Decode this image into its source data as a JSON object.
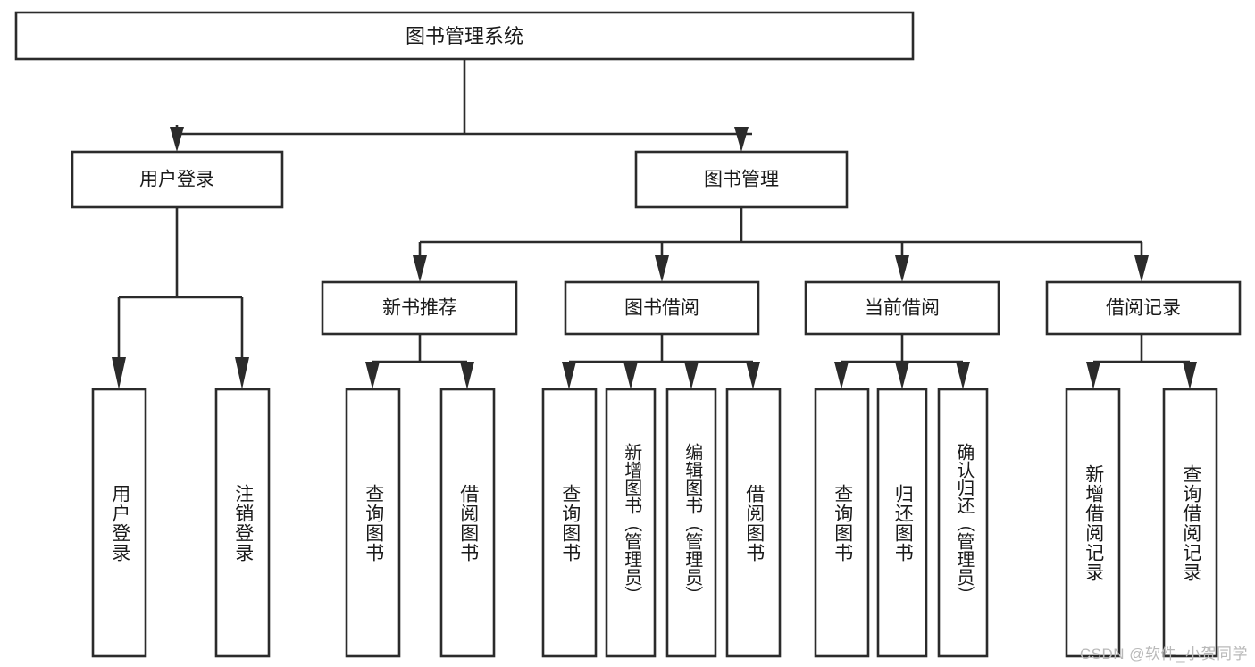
{
  "diagram": {
    "title": "图书管理系统",
    "type": "tree-hierarchy",
    "root": {
      "id": "root",
      "label": "图书管理系统"
    },
    "level2": [
      {
        "id": "user-login",
        "label": "用户登录"
      },
      {
        "id": "book-manage",
        "label": "图书管理"
      }
    ],
    "level3": [
      {
        "id": "new-book-recommend",
        "label": "新书推荐",
        "parent": "book-manage"
      },
      {
        "id": "book-borrow",
        "label": "图书借阅",
        "parent": "book-manage"
      },
      {
        "id": "current-borrow",
        "label": "当前借阅",
        "parent": "book-manage"
      },
      {
        "id": "borrow-record",
        "label": "借阅记录",
        "parent": "book-manage"
      }
    ],
    "leaves": [
      {
        "id": "leaf-user-login",
        "label": "用户登录",
        "parent": "user-login"
      },
      {
        "id": "leaf-logout",
        "label": "注销登录",
        "parent": "user-login"
      },
      {
        "id": "leaf-query-book-1",
        "label": "查询图书",
        "parent": "new-book-recommend"
      },
      {
        "id": "leaf-borrow-book-1",
        "label": "借阅图书",
        "parent": "new-book-recommend"
      },
      {
        "id": "leaf-query-book-2",
        "label": "查询图书",
        "parent": "book-borrow"
      },
      {
        "id": "leaf-add-book",
        "label": "新增图书（管理员）",
        "parent": "book-borrow"
      },
      {
        "id": "leaf-edit-book",
        "label": "编辑图书（管理员）",
        "parent": "book-borrow"
      },
      {
        "id": "leaf-borrow-book-2",
        "label": "借阅图书",
        "parent": "book-borrow"
      },
      {
        "id": "leaf-query-book-3",
        "label": "查询图书",
        "parent": "current-borrow"
      },
      {
        "id": "leaf-return-book",
        "label": "归还图书",
        "parent": "current-borrow"
      },
      {
        "id": "leaf-confirm-return",
        "label": "确认归还（管理员）",
        "parent": "current-borrow"
      },
      {
        "id": "leaf-add-record",
        "label": "新增借阅记录",
        "parent": "borrow-record"
      },
      {
        "id": "leaf-query-record",
        "label": "查询借阅记录",
        "parent": "borrow-record"
      }
    ],
    "colors": {
      "stroke": "#2b2b2b",
      "fill": "#ffffff",
      "text": "#1a1a1a",
      "watermark": "#b9b9b9"
    }
  },
  "watermark": {
    "text": "CSDN @软件_小贺同学"
  }
}
